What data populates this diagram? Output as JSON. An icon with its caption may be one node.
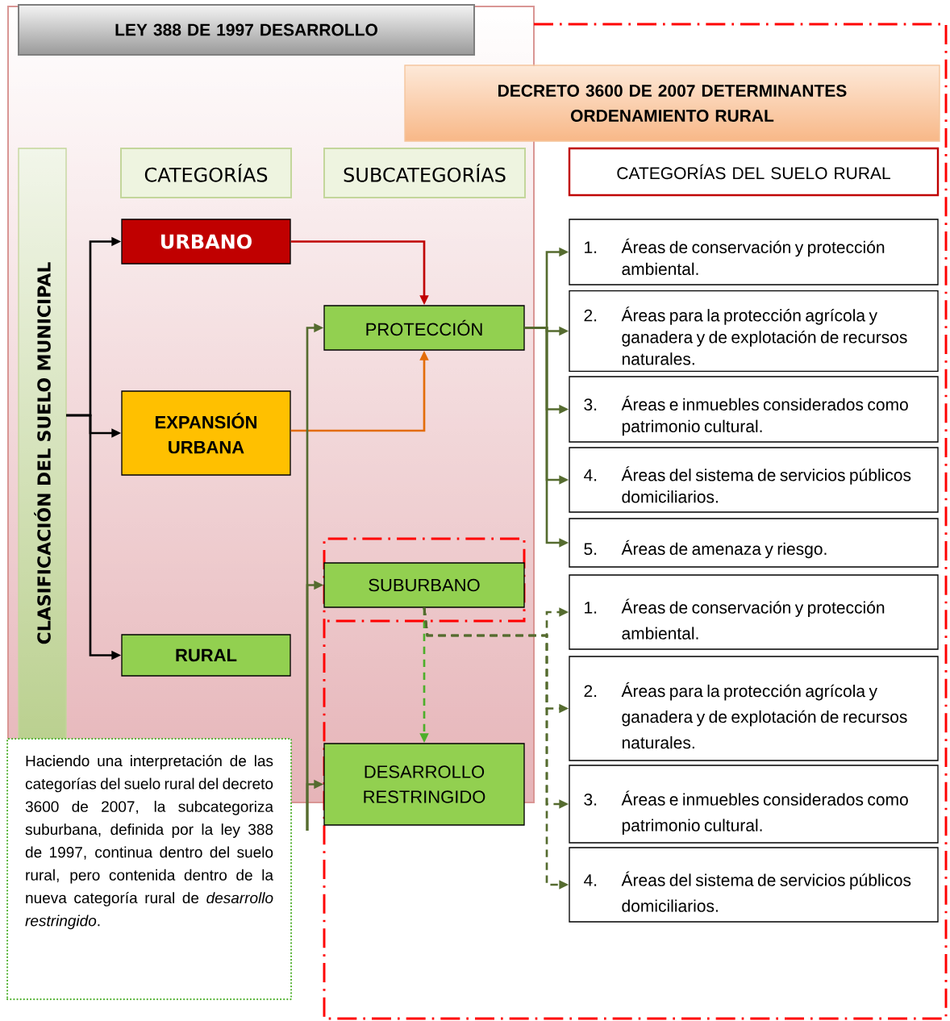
{
  "diagram": {
    "nodes": [
      {
        "text": [
          "LEY 388 DE 1997 DESARROLLO"
        ]
      },
      {
        "text": [
          "DECRETO 3600 DE 2007 DETERMINANTES ORDENAMIENTO RURAL"
        ]
      },
      {
        "text": [
          "CLASIFICACIÓN DEL SUELO MUNICIPAL"
        ]
      },
      {
        "text": [
          "CATEGORÍAS"
        ]
      },
      {
        "text": [
          "SUBCATEGORÍAS"
        ]
      },
      {
        "text": [
          "CATEGORÍAS DEL SUELO RURAL"
        ]
      },
      {
        "text": [
          "URBANO"
        ]
      },
      {
        "text": [
          "EXPANSIÓN URBANA"
        ]
      },
      {
        "text": [
          "RURAL"
        ]
      },
      {
        "text": [
          "PROTECCIÓN"
        ]
      },
      {
        "text": [
          "SUBURBANO"
        ]
      },
      {
        "text": [
          "DESARROLLO RESTRINGIDO"
        ]
      },
      {
        "text": [
          "1.",
          "Áreas de conservación y protección ambiental."
        ]
      },
      {
        "text": [
          "2.",
          "Áreas para la protección agrícola y ganadera y de explotación de recursos naturales."
        ]
      },
      {
        "text": [
          "3.",
          "Áreas e inmuebles considerados como patrimonio cultural."
        ]
      },
      {
        "text": [
          "4.",
          "Áreas del sistema de servicios públicos domiciliarios."
        ]
      },
      {
        "text": [
          "5.",
          "Áreas de amenaza y riesgo."
        ]
      },
      {
        "text": [
          "1.",
          "Áreas de conservación y protección ambiental."
        ]
      },
      {
        "text": [
          "2.",
          "Áreas para la protección agrícola y ganadera y de explotación de recursos naturales."
        ]
      },
      {
        "text": [
          "3.",
          "Áreas e inmuebles considerados como patrimonio cultural."
        ]
      },
      {
        "text": [
          "4.",
          "Áreas del sistema de servicios públicos domiciliarios."
        ]
      },
      {
        "text": [
          "Haciendo una interpretación de las categorías del suelo rural del decreto 3600 de 2007, la subcategoriza suburbana, definida por la ley 388 de 1997, continua dentro del suelo rural, pero contenida dentro de la nueva categoría rural de *desarrollo restringido*."
        ]
      }
    ],
    "edges": [
      {
        "from": 2,
        "to": 6,
        "arrow": "to",
        "color": "#000000"
      },
      {
        "from": 2,
        "to": 7,
        "arrow": "to",
        "color": "#000000"
      },
      {
        "from": 2,
        "to": 8,
        "arrow": "to",
        "color": "#000000"
      },
      {
        "from": 6,
        "to": 9,
        "arrow": "to",
        "color": "#c00000"
      },
      {
        "from": 7,
        "to": 9,
        "arrow": "to",
        "color": "#e36c09"
      },
      {
        "from": null,
        "to": 9,
        "arrow": "to"
      },
      {
        "from": null,
        "to": 10,
        "arrow": "to"
      },
      {
        "from": null,
        "to": 11,
        "arrow": "to"
      },
      {
        "from": 9,
        "to": 12,
        "arrow": "to"
      },
      {
        "from": 9,
        "to": 13,
        "arrow": "to"
      },
      {
        "from": 9,
        "to": 14,
        "arrow": "to"
      },
      {
        "from": 9,
        "to": 15,
        "arrow": "to"
      },
      {
        "from": 9,
        "to": 16,
        "arrow": "to"
      },
      {
        "from": 10,
        "to": 11,
        "arrow": "to",
        "style": "dashed",
        "color": "#4caf2a"
      },
      {
        "from": 10,
        "to": 17,
        "arrow": "to",
        "style": "dashed"
      },
      {
        "from": 10,
        "to": 18,
        "arrow": "to",
        "style": "dashed"
      },
      {
        "from": 10,
        "to": 19,
        "arrow": "to",
        "style": "dashed"
      },
      {
        "from": 10,
        "to": 20,
        "arrow": "to",
        "style": "dashed"
      }
    ]
  }
}
